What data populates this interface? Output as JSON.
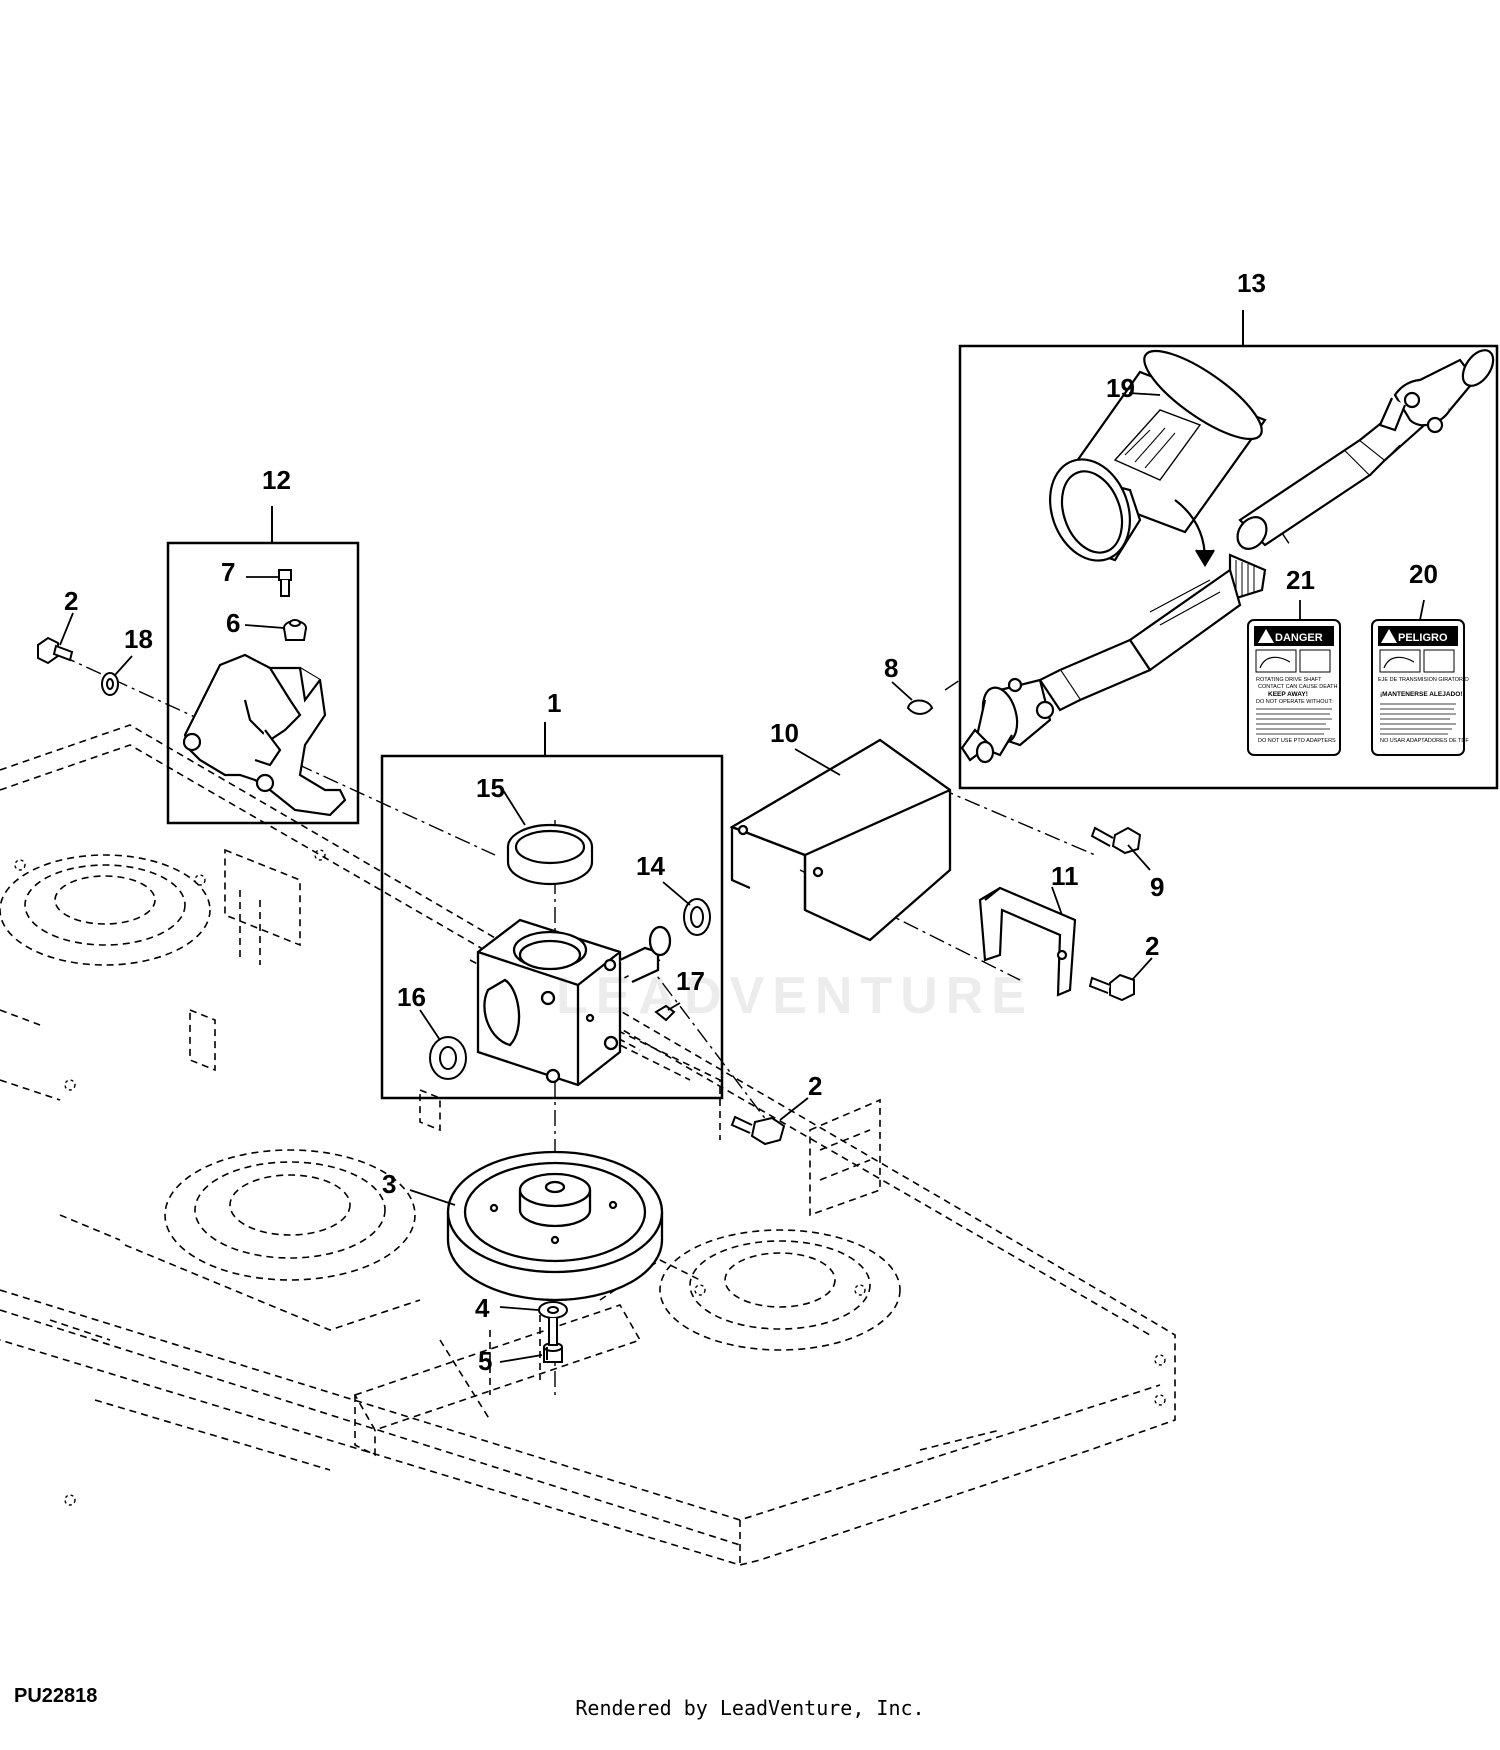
{
  "diagram": {
    "figure_id": "PU22818",
    "credit": "Rendered by LeadVenture, Inc.",
    "watermark": "LEADVENTURE",
    "callouts": {
      "c1": "1",
      "c2a": "2",
      "c2b": "2",
      "c2c": "2",
      "c3": "3",
      "c4": "4",
      "c5": "5",
      "c6": "6",
      "c7": "7",
      "c8": "8",
      "c9": "9",
      "c10": "10",
      "c11": "11",
      "c12": "12",
      "c13": "13",
      "c14": "14",
      "c15": "15",
      "c16": "16",
      "c17": "17",
      "c18": "18",
      "c19": "19",
      "c20": "20",
      "c21": "21"
    },
    "decal_en": {
      "header": "DANGER",
      "title": "ROTATING DRIVE SHAFT",
      "subtitle": "CONTACT CAN CAUSE DEATH",
      "warning": "KEEP AWAY!",
      "instruction": "DO NOT OPERATE WITHOUT:",
      "footer": "DO NOT USE PTO ADAPTERS"
    },
    "decal_es": {
      "header": "PELIGRO",
      "title": "EJE DE TRANSMISION GIRATORIO",
      "warning": "¡MANTENERSE ALEJADO!",
      "footer": "NO USAR ADAPTADORES DE TDF"
    }
  }
}
